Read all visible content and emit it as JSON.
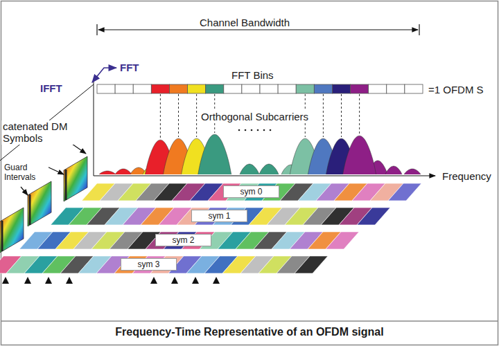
{
  "diagram": {
    "caption": "Frequency-Time Representative of an OFDM signal",
    "nodes": [
      {
        "text": [
          "sym 0"
        ]
      },
      {
        "text": [
          "sym 1"
        ]
      },
      {
        "text": [
          "sym 2"
        ]
      },
      {
        "text": [
          "sym 3"
        ]
      }
    ],
    "labels": [
      "Channel Bandwidth",
      "FFT Bins",
      "=1 OFDM S",
      "IFFT",
      "FFT",
      "Orthogonal Subcarriers",
      "catenated DM Symbols",
      "Guard Intervals",
      "Frequency"
    ]
  }
}
